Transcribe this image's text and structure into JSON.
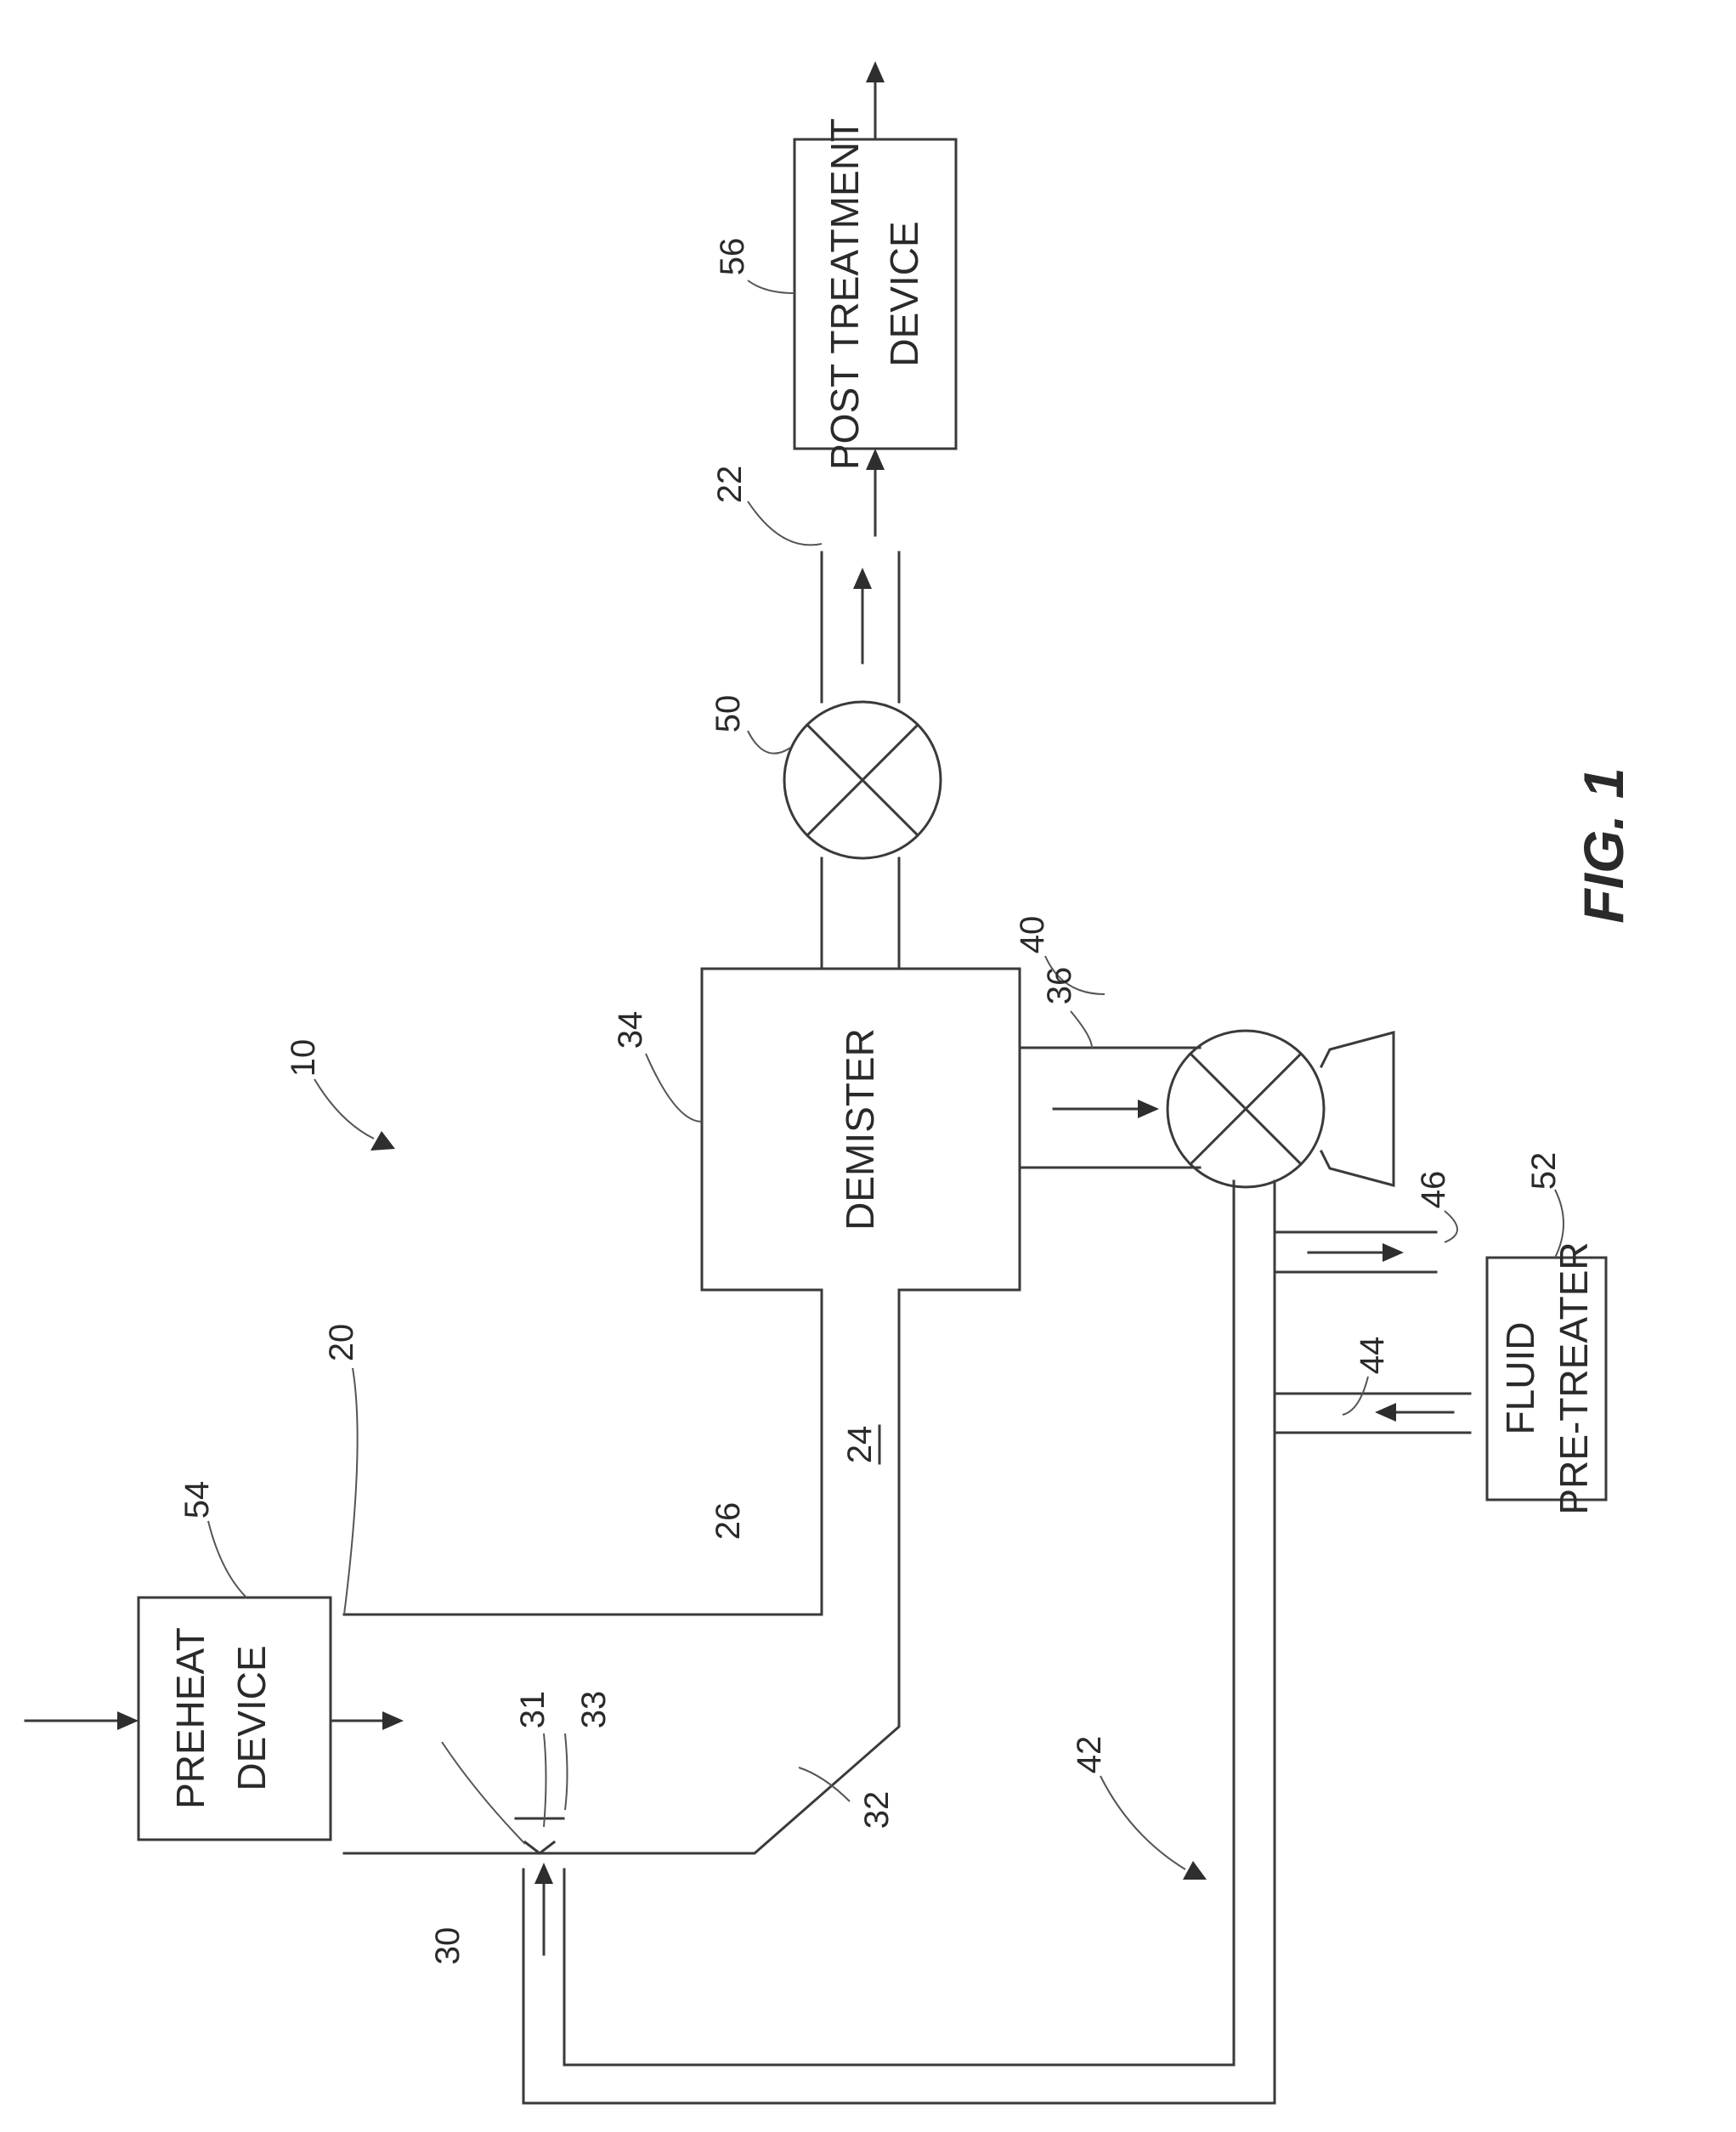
{
  "figure": {
    "title": "FIG. 1"
  },
  "components": {
    "post_treatment": {
      "ref": "56",
      "label_lines": [
        "POST TREATMENT",
        "DEVICE"
      ]
    },
    "demister": {
      "ref": "34",
      "label": "DEMISTER"
    },
    "preheat": {
      "ref": "54",
      "label_lines": [
        "PREHEAT",
        "DEVICE"
      ]
    },
    "fluid_pretreater": {
      "ref": "52",
      "label_lines": [
        "FLUID",
        "PRE-TREATER"
      ]
    },
    "valve_outlet": {
      "ref": "50"
    },
    "pump": {
      "ref": "40"
    }
  },
  "reference_numerals": {
    "system": "10",
    "inlet_20": "20",
    "outlet": "22",
    "duct": "24",
    "wall": "26",
    "nozzle": "30",
    "nozzle_tip_31": "31",
    "nozzle_tip_33": "33",
    "transition": "32",
    "drain": "36",
    "recirc_loop": "42",
    "makeup_line": "44",
    "bleed_line": "46"
  }
}
